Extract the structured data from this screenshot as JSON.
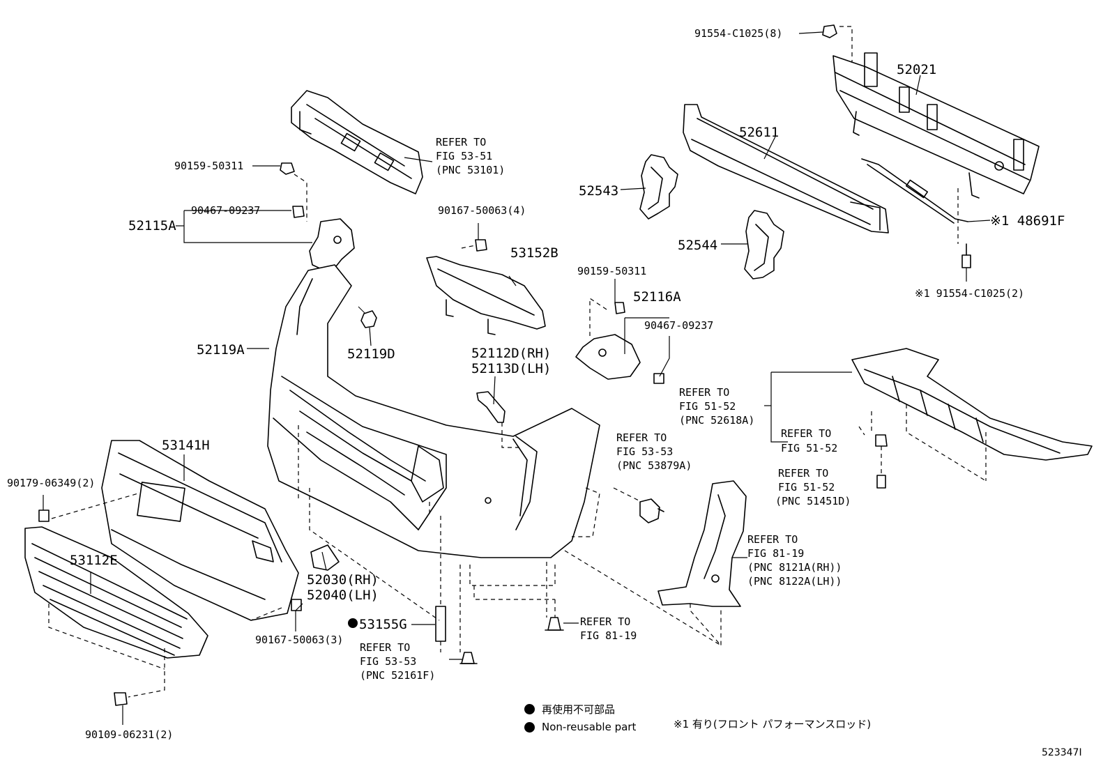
{
  "labels": {
    "p91554_8": "91554-C1025(8)",
    "p52021": "52021",
    "p52611": "52611",
    "p52543": "52543",
    "p52544": "52544",
    "p48691f": "※1 48691F",
    "p91554_2": "※1 91554-C1025(2)",
    "p90159_a": "90159-50311",
    "p90467_a": "90467-09237",
    "p52115a": "52115A",
    "ref5351_1": "REFER TO",
    "ref5351_2": "FIG 53-51",
    "ref5351_3": "(PNC 53101)",
    "p90167_4": "90167-50063(4)",
    "p53152b": "53152B",
    "p90159_b": "90159-50311",
    "p52116a": "52116A",
    "p90467_b": "90467-09237",
    "p52119a": "52119A",
    "p52119d": "52119D",
    "p52112d": "52112D(RH)",
    "p52113d": "52113D(LH)",
    "ref5152a_1": "REFER TO",
    "ref5152a_2": "FIG 51-52",
    "ref5152a_3": "(PNC 52618A)",
    "ref5152b_1": "REFER TO",
    "ref5152b_2": "FIG 51-52",
    "ref5152c_1": "REFER TO",
    "ref5152c_2": "FIG 51-52",
    "ref5152c_3": "(PNC 51451D)",
    "ref5353a_1": "REFER TO",
    "ref5353a_2": "FIG 53-53",
    "ref5353a_3": "(PNC 53879A)",
    "p53141h": "53141H",
    "p90179": "90179-06349(2)",
    "p53112e": "53112E",
    "p52030": "52030(RH)",
    "p52040": "52040(LH)",
    "ref8119a_1": "REFER TO",
    "ref8119a_2": "FIG 81-19",
    "ref8119a_3": "(PNC 8121A(RH))",
    "ref8119a_4": "(PNC 8122A(LH))",
    "p53155g": "53155G",
    "ref5353b_1": "REFER TO",
    "ref5353b_2": "FIG 53-53",
    "ref5353b_3": "(PNC 52161F)",
    "ref8119b_1": "REFER TO",
    "ref8119b_2": "FIG 81-19",
    "p90167_3": "90167-50063(3)",
    "p90109": "90109-06231(2)"
  },
  "legend": {
    "jp": "再使用不可部品",
    "en": "Non-reusable part"
  },
  "note": "※1 有り(フロント パフォーマンスロッド)",
  "illustration_id": "523347I",
  "colors": {
    "ink": "#000000",
    "background": "#ffffff"
  }
}
